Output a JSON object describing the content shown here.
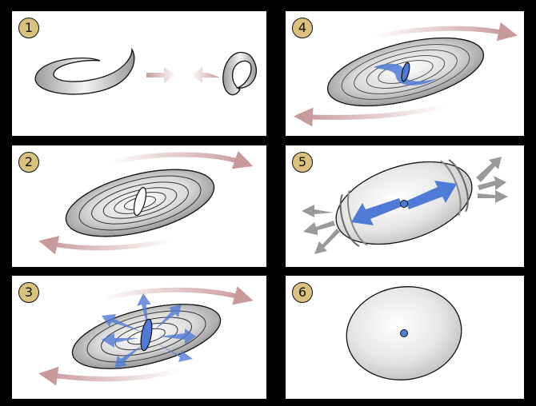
{
  "panels": [
    {
      "number": "1"
    },
    {
      "number": "2"
    },
    {
      "number": "3"
    },
    {
      "number": "4"
    },
    {
      "number": "5"
    },
    {
      "number": "6"
    }
  ],
  "colors": {
    "badge": "#d9c17e",
    "rotation_arrow": "#c99a9a",
    "blue": "#4f7bd6",
    "grey_arrow": "#9a9a9a",
    "galaxy_edge": "#222222"
  }
}
